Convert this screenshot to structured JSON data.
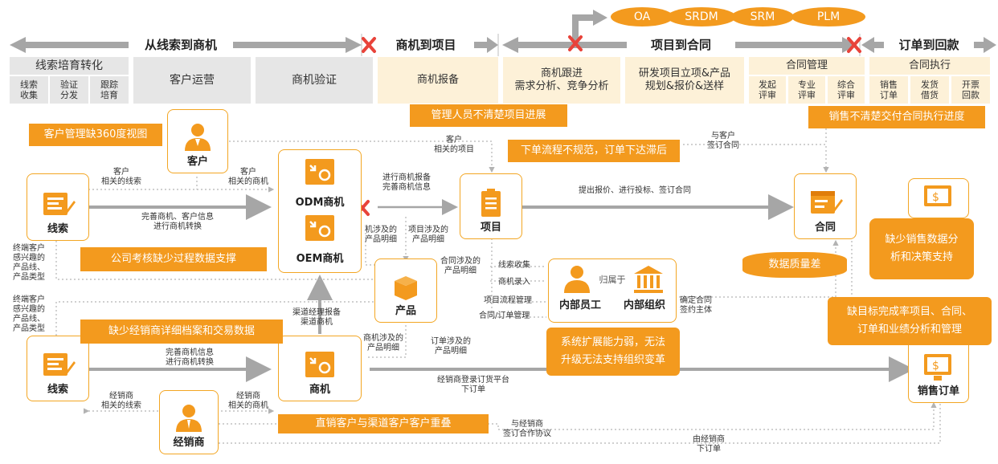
{
  "systems": [
    "OA",
    "SRDM",
    "SRM",
    "PLM"
  ],
  "phases": [
    "从线索到商机",
    "商机到项目",
    "项目到合同",
    "订单到回款"
  ],
  "stages": {
    "lead_nurture": "线索培育转化",
    "lead_steps": [
      "线索\n收集",
      "验证\n分发",
      "跟踪\n培育"
    ],
    "customer_ops": "客户运营",
    "opp_verify": "商机验证",
    "opp_report": "商机报备",
    "proj_track": "商机跟进\n需求分析、竞争分析",
    "proj_rd": "研发项目立项&产品\n规划&报价&送样",
    "contract_mgmt": "合同管理",
    "contract_steps": [
      "发起\n评审",
      "专业\n评审",
      "综合\n评审"
    ],
    "contract_exec": "合同执行",
    "exec_steps": [
      "销售\n订单",
      "发货\n借货",
      "开票\n回款"
    ]
  },
  "issues": {
    "customer_360": "客户管理缺360度视图",
    "proj_progress": "管理人员不清楚项目进展",
    "order_flow": "下单流程不规范，订单下达滞后",
    "contract_exec": "销售不清楚交付合同执行进度",
    "kpi_data": "公司考核缺少过程数据支撑",
    "dealer_data": "缺少经销商详细档案和交易数据",
    "data_quality": "数据质量差",
    "sales_analysis": "缺少销售数据分\n析和决策支持",
    "target_analysis": "缺目标完成率项目、合同、\n订单和业绩分析和管理",
    "scalability": "系统扩展能力弱，无法\n升级无法支持组织变革",
    "channel_overlap": "直销客户与渠道客户客户重叠"
  },
  "nodes": {
    "customer": "客户",
    "lead_top": "线索",
    "odm": "ODM商机",
    "oem": "OEM商机",
    "project": "项目",
    "contract": "合同",
    "product": "产品",
    "staff": "内部员工",
    "belongs": "归属于",
    "org": "内部组织",
    "lead_bottom": "线索",
    "opportunity": "商机",
    "dealer": "经销商",
    "sales_order": "销售订单"
  },
  "notes": {
    "cust_leads": "客户\n相关的线索",
    "cust_opps": "客户\n相关的商机",
    "cust_projects": "客户\n相关的项目",
    "contract_with_cust": "与客户\n签订合同",
    "opp_report_info": "进行商机报备\n完善商机信息",
    "quote_bid": "提出报价、进行投标、签订合同",
    "improve_opp": "完善商机、客户信息\n进行商机转换",
    "terminal_interest_1": "终端客户\n感兴趣的\n产品线、\n产品类型",
    "terminal_interest_2": "终端客户\n感兴趣的\n产品线、\n产品类型",
    "opp_products": "机涉及的\n产品明细",
    "proj_products": "项目涉及的\n产品明细",
    "contract_products": "合同涉及的\n产品明细",
    "lead_collect": "线索收集",
    "opp_entry": "商机录入",
    "proj_flow": "项目流程管理",
    "contract_order_mgmt": "合同/订单管理",
    "confirm_contract": "确定合同\n签约主体",
    "channel_report": "渠道经理报备\n渠道商机",
    "improve_opp_2": "完善商机信息\n进行商机转换",
    "opp_products_2": "商机涉及的\n产品明细",
    "order_products": "订单涉及的\n产品明细",
    "dealer_leads": "经销商\n相关的线索",
    "dealer_opps": "经销商\n相关的商机",
    "dealer_platform": "经销商登录订货平台\n下订单",
    "dealer_agreement": "与经销商\n签订合作协议",
    "dealer_order": "由经销商\n下订单"
  }
}
